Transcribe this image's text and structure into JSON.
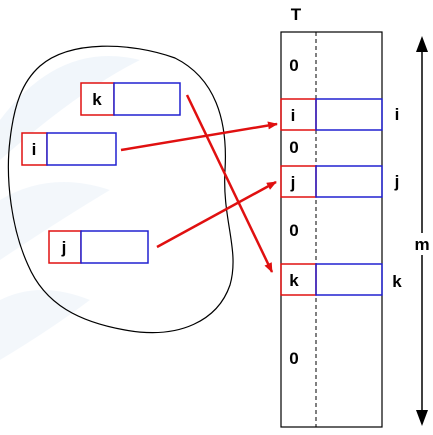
{
  "table": {
    "title": "T",
    "size_label": "m",
    "empty_slots": [
      "0",
      "0",
      "0",
      "0"
    ],
    "slots": [
      {
        "key": "i",
        "index_label": "i"
      },
      {
        "key": "j",
        "index_label": "j"
      },
      {
        "key": "k",
        "index_label": "k"
      }
    ]
  },
  "set_elements": [
    {
      "key": "k"
    },
    {
      "key": "i"
    },
    {
      "key": "j"
    }
  ],
  "colors": {
    "key_border": "#e01010",
    "value_border": "#2020d0",
    "arrow": "#e01010",
    "outline": "#000000",
    "watermark": "#eef4fa"
  }
}
